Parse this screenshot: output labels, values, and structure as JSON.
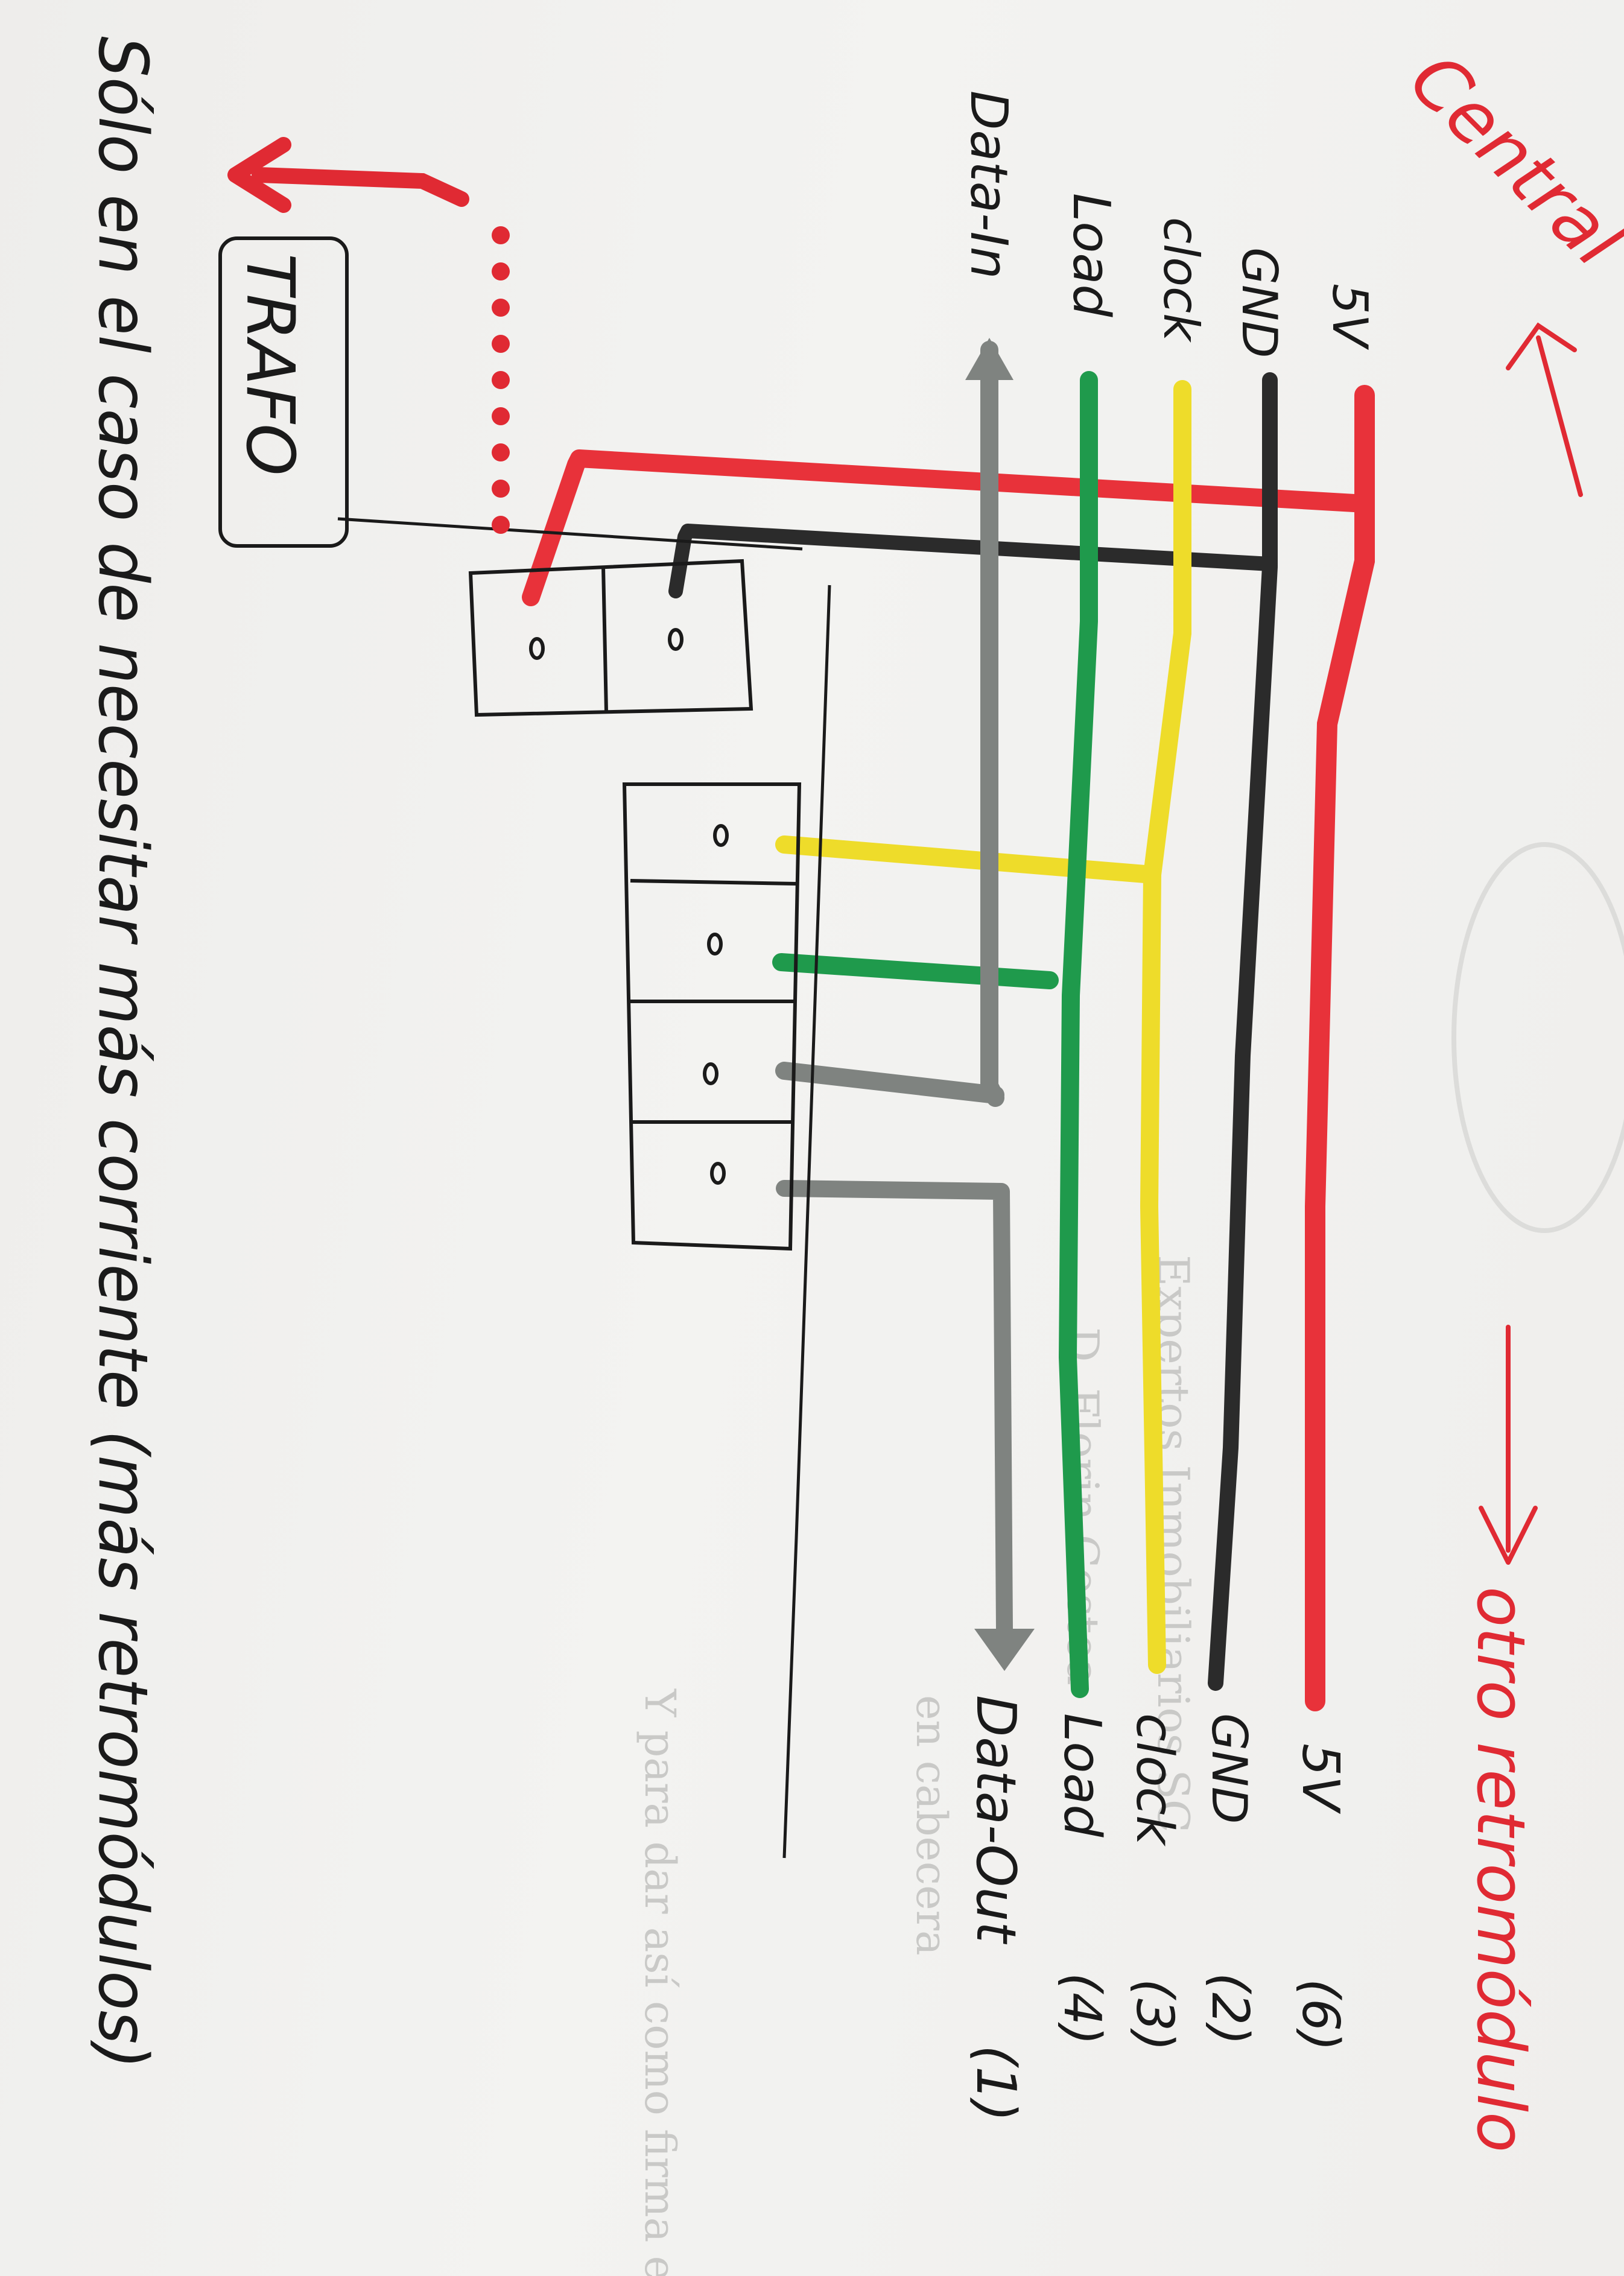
{
  "colors": {
    "v5": "#e8323a",
    "gnd": "#2b2b2b",
    "clock": "#eedc2a",
    "load": "#1f9a4c",
    "data": "#7f8380",
    "ink": "#1a1a1a",
    "note": "#e02a33",
    "bleed": "#c9c9c7"
  },
  "header": {
    "central": "Central",
    "otro": "otro retromódulo"
  },
  "top_labels": {
    "v5": "5V",
    "gnd": "GND",
    "clock": "clock",
    "load": "Load",
    "data_in": "Data-In"
  },
  "bottom_labels": {
    "v5": "5V",
    "v5_pin": "(6)",
    "gnd": "GND",
    "gnd_pin": "(2)",
    "clock": "clock",
    "clock_pin": "(3)",
    "load": "Load",
    "load_pin": "(4)",
    "data_out": "Data-Out",
    "data_out_pin": "(1)"
  },
  "trafo_label": "TRAFO",
  "footnote": "Sólo en el caso de necesitar más corriente (más retromódulos)",
  "bleed_text": [
    "Expertos Inmobiliarios SC",
    "D. Florin Costea",
    "en cabecera",
    "Y para dar así como firma es"
  ],
  "icons": [
    "arrow-up-icon",
    "arrow-down-icon",
    "arrow-left-icon",
    "dotted-arrow-icon"
  ]
}
